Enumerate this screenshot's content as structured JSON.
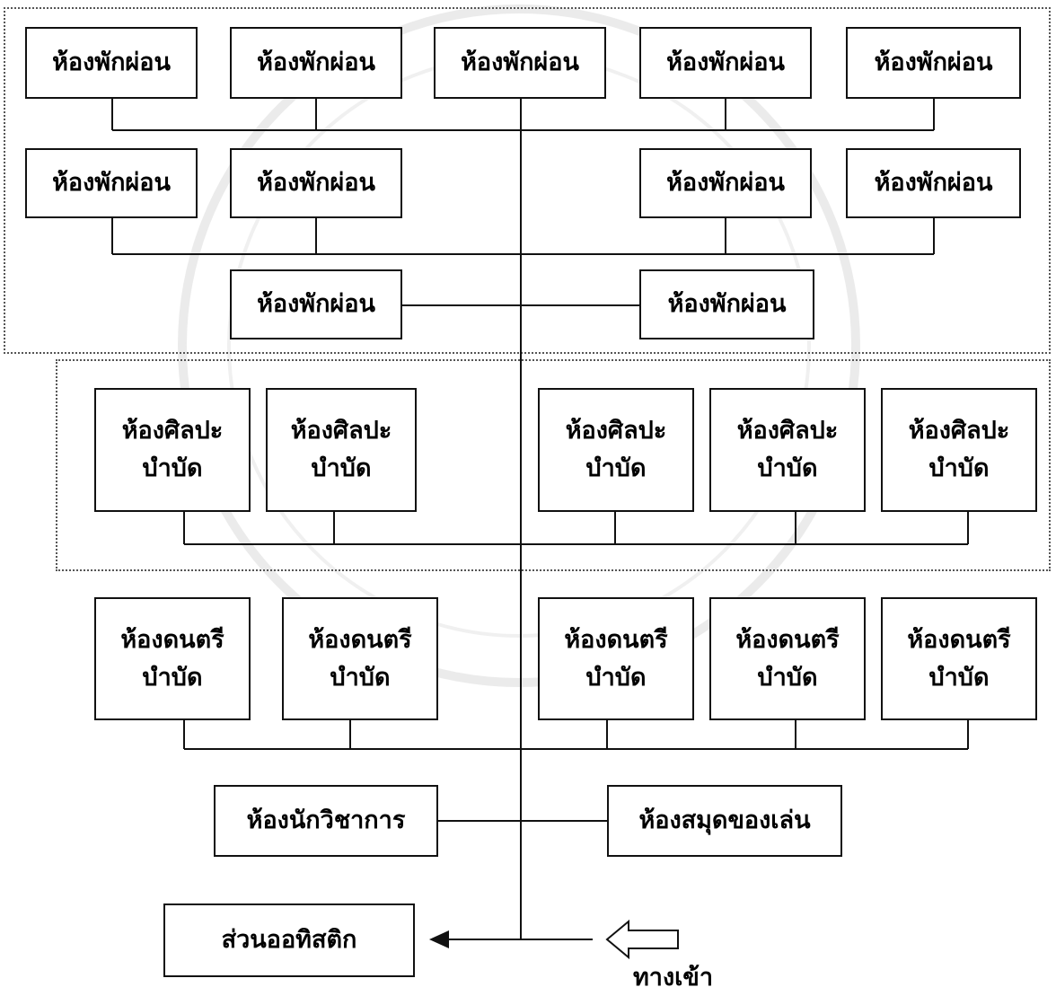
{
  "rest_zone": {
    "row1": [
      "ห้องพักผ่อน",
      "ห้องพักผ่อน",
      "ห้องพักผ่อน",
      "ห้องพักผ่อน",
      "ห้องพักผ่อน"
    ],
    "row2": [
      "ห้องพักผ่อน",
      "ห้องพักผ่อน",
      "ห้องพักผ่อน",
      "ห้องพักผ่อน"
    ],
    "row3": [
      "ห้องพักผ่อน",
      "ห้องพักผ่อน"
    ]
  },
  "art_zone": {
    "rooms": [
      {
        "line1": "ห้องศิลปะ",
        "line2": "บำบัด"
      },
      {
        "line1": "ห้องศิลปะ",
        "line2": "บำบัด"
      },
      {
        "line1": "ห้องศิลปะ",
        "line2": "บำบัด"
      },
      {
        "line1": "ห้องศิลปะ",
        "line2": "บำบัด"
      },
      {
        "line1": "ห้องศิลปะ",
        "line2": "บำบัด"
      }
    ]
  },
  "music_zone": {
    "rooms": [
      {
        "line1": "ห้องดนตรี",
        "line2": "บำบัด"
      },
      {
        "line1": "ห้องดนตรี",
        "line2": "บำบัด"
      },
      {
        "line1": "ห้องดนตรี",
        "line2": "บำบัด"
      },
      {
        "line1": "ห้องดนตรี",
        "line2": "บำบัด"
      },
      {
        "line1": "ห้องดนตรี",
        "line2": "บำบัด"
      }
    ]
  },
  "academic_room": "ห้องนักวิชาการ",
  "toy_library": "ห้องสมุดของเล่น",
  "autistic_area": "ส่วนออทิสติก",
  "entrance_label": "ทางเข้า"
}
